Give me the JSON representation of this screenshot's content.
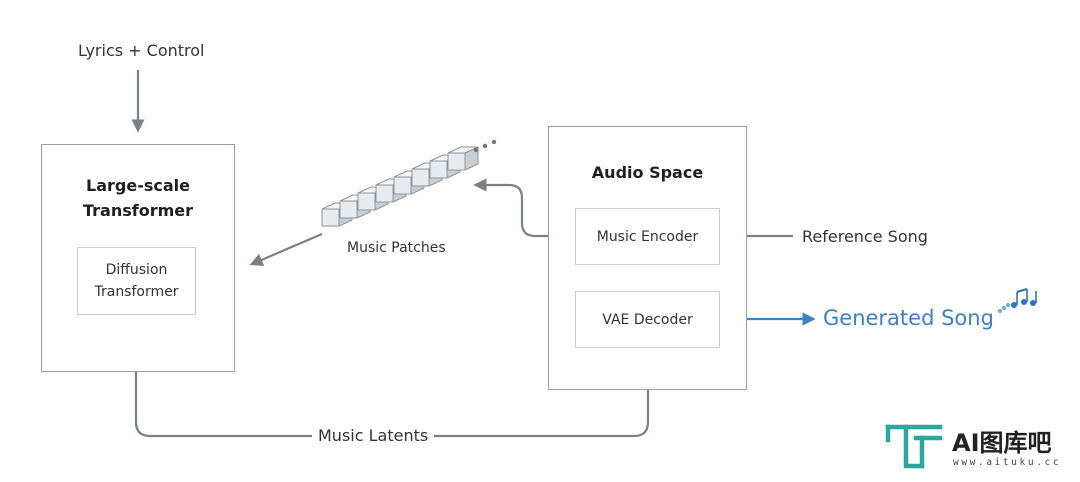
{
  "inputs": {
    "lyrics_control": "Lyrics + Control",
    "reference_song": "Reference Song"
  },
  "transformer": {
    "title_line1": "Large-scale",
    "title_line2": "Transformer",
    "inner_line1": "Diffusion",
    "inner_line2": "Transformer"
  },
  "patches": {
    "label": "Music Patches",
    "ellipsis": "..."
  },
  "audio_space": {
    "title": "Audio Space",
    "encoder": "Music Encoder",
    "decoder": "VAE Decoder"
  },
  "outputs": {
    "generated_song": "Generated Song",
    "music_latents": "Music Latents"
  },
  "watermark": {
    "text": "AI图库吧",
    "url": "www.aituku.cc"
  },
  "colors": {
    "arrow": "#7b8087",
    "box_border": "#9a9fa6",
    "accent_blue": "#3d82c4",
    "watermark_teal": "#2aa899"
  },
  "icons": [
    "music-notes-icon",
    "watermark-logo-icon"
  ]
}
